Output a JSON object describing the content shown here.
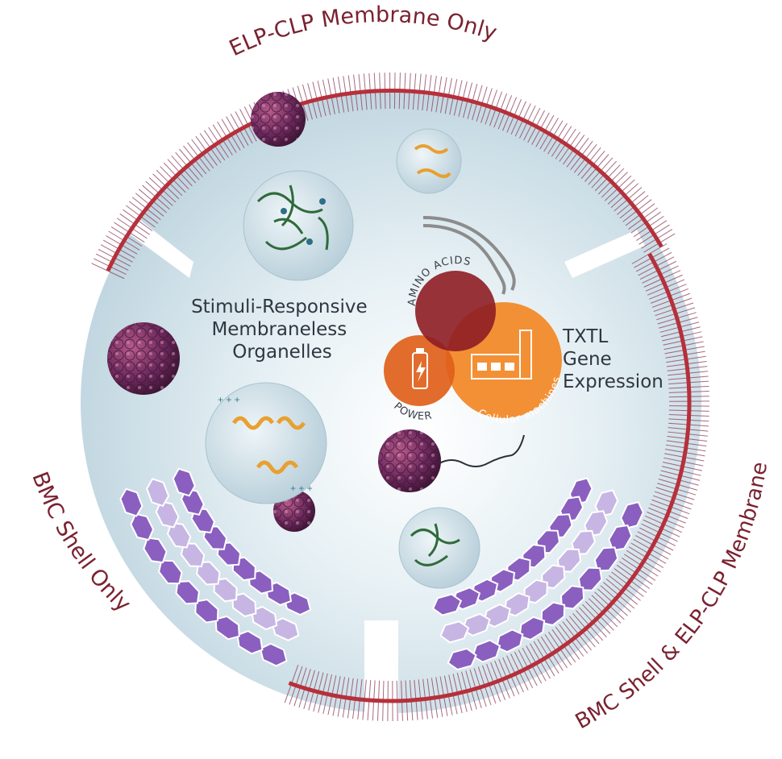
{
  "figure": {
    "ring_labels": {
      "top": "ELP-CLP Membrane Only",
      "left": "BMC Shell Only",
      "right": "BMC Shell & ELP-CLP Membrane"
    },
    "center_label": [
      "Stimuli-Responsive",
      "Membraneless",
      "Organelles"
    ],
    "txtl_label": [
      "TXTL",
      "Gene",
      "Expression"
    ],
    "venn": {
      "amino_acids": "AMINO ACIDS",
      "power": "POWER",
      "machines": "Cellular machines"
    }
  },
  "colors": {
    "background_disc": "#c9dde6",
    "disc_center": "#f2f7f9",
    "membrane_red": "#b5303b",
    "membrane_lipid": "#8a3a55",
    "hexagon_purple": "#8a5fc0",
    "hexagon_light": "#c7b6e3",
    "label_maroon": "#7a2230",
    "amino_circle": "#8e1d24",
    "power_circle": "#e0601a",
    "machine_circle": "#f28a2a",
    "bmc_sphere": "#6e2a5d"
  },
  "icons": {
    "battery": "battery-lightning-icon",
    "factory": "factory-icon",
    "dna": "dna-icon"
  }
}
